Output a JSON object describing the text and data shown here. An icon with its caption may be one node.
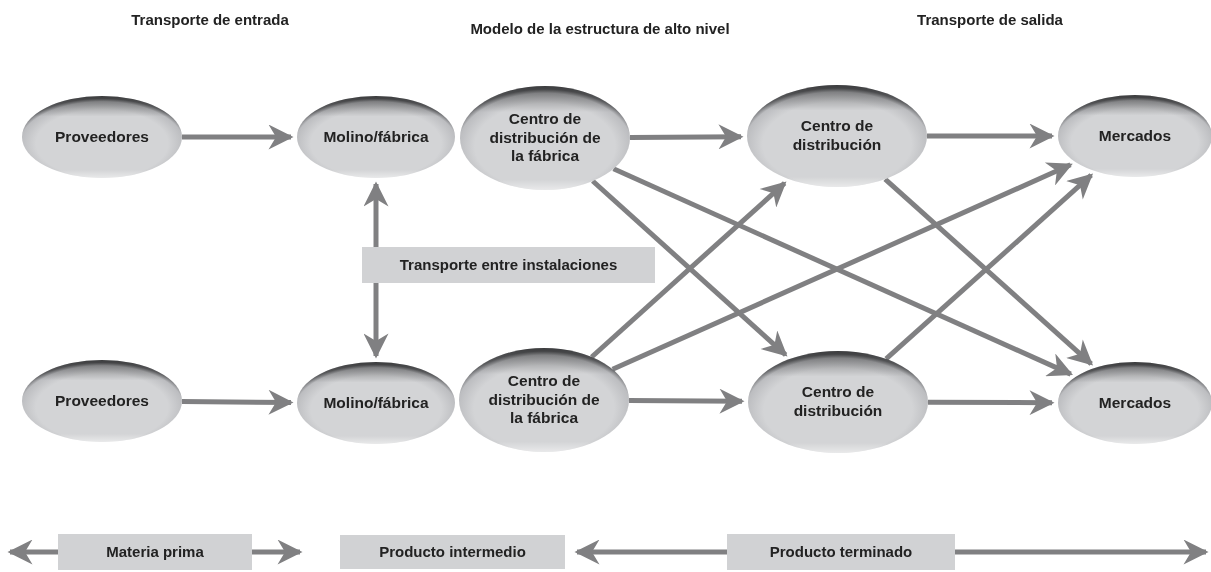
{
  "diagram": {
    "title": "Modelo de la estructura de alto nivel",
    "nodes": [
      {
        "text": [
          "Proveedores"
        ]
      },
      {
        "text": [
          "Molino/fábrica"
        ]
      },
      {
        "text": [
          "Centro de distribución de la fábrica"
        ]
      },
      {
        "text": [
          "Centro de distribución"
        ]
      },
      {
        "text": [
          "Mercados"
        ]
      },
      {
        "text": [
          "Transporte entre instalaciones"
        ]
      },
      {
        "text": [
          "Proveedores"
        ]
      },
      {
        "text": [
          "Molino/fábrica"
        ]
      },
      {
        "text": [
          "Centro de distribución de la fábrica"
        ]
      },
      {
        "text": [
          "Centro de distribución"
        ]
      },
      {
        "text": [
          "Mercados"
        ]
      },
      {
        "text": [
          "Materia prima"
        ]
      },
      {
        "text": [
          "Producto intermedio"
        ]
      },
      {
        "text": [
          "Producto terminado"
        ]
      }
    ],
    "edges": [
      {
        "from": 0,
        "to": 1,
        "arrow": "to"
      },
      {
        "from": 2,
        "to": 3,
        "arrow": "to"
      },
      {
        "from": 3,
        "to": 4,
        "arrow": "to"
      },
      {
        "from": 5,
        "to": 1,
        "arrow": "to"
      },
      {
        "from": 5,
        "to": 7,
        "arrow": "to"
      },
      {
        "from": 2,
        "to": 9,
        "arrow": "to"
      },
      {
        "from": 2,
        "to": 10,
        "arrow": "to"
      },
      {
        "from": 3,
        "to": 10,
        "arrow": "to"
      },
      {
        "from": 8,
        "to": 3,
        "arrow": "to"
      },
      {
        "from": 8,
        "to": 4,
        "arrow": "to"
      },
      {
        "from": 9,
        "to": 4,
        "arrow": "to"
      },
      {
        "from": 6,
        "to": 7,
        "arrow": "to"
      },
      {
        "from": 8,
        "to": 9,
        "arrow": "to"
      },
      {
        "from": 9,
        "to": 10,
        "arrow": "to"
      },
      {
        "from": 11,
        "to": null,
        "arrow": "to"
      },
      {
        "from": 11,
        "to": 12,
        "arrow": "to"
      },
      {
        "from": 13,
        "to": 12,
        "arrow": "to"
      },
      {
        "from": 13,
        "to": null,
        "arrow": "to"
      }
    ],
    "labels": [
      "Transporte de entrada",
      "Transporte de salida"
    ]
  }
}
